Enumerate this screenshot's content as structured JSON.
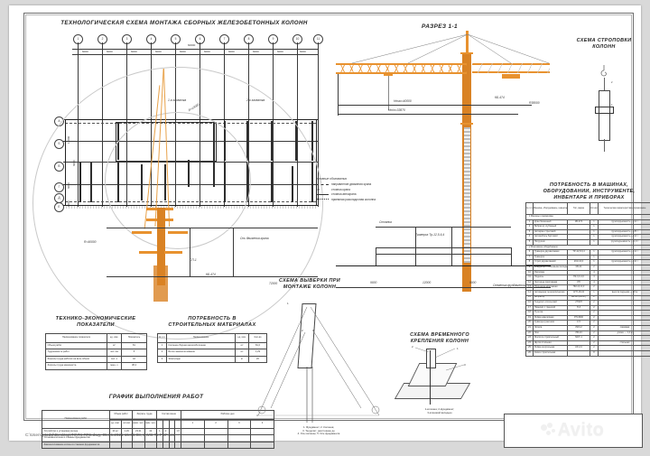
{
  "document": {
    "type": "cad-drawing-pdf-preview",
    "footer_path": "C:\\Users\\ptodsl\\Desktop\\ТК\\ТК ПГС.dwg, 05.06.2021 15:05:08, DWG To PDF.pc3",
    "watermark": "Avito"
  },
  "titles": {
    "plan": "ТЕХНОЛОГИЧЕСКАЯ СХЕМА МОНТАЖА СБОРНЫХ ЖЕЛЕЗОБЕТОННЫХ КОЛОНН",
    "section": "РАЗРЕЗ 1-1",
    "sling": "СХЕМА СТРОПОВКИ\nКОЛОНН",
    "equipment": "ПОТРЕБНОСТЬ В МАШИНАХ,\nОБОРУДОВАНИИ, ИНСТРУМЕНТЕ,\nИНВЕНТАРЕ И ПРИБОРАХ",
    "tep": "ТЕХНИКО-ЭКОНОМИЧЕСКИЕ\nПОКАЗАТЕЛИ",
    "materials": "ПОТРЕБНОСТЬ В\nСТРОИТЕЛЬНЫХ МАТЕРИАЛАХ",
    "schedule": "ГРАФИК ВЫПОЛНЕНИЯ РАБОТ",
    "verify": "СХЕМА ВЫВЕРКИ ПРИ\nМОНТАЖЕ КОЛОНН",
    "tempfix": "СХЕМА ВРЕМЕННОГО\nКРЕПЛЕНИЯ КОЛОНН"
  },
  "plan": {
    "grid_marks": [
      "1",
      "2",
      "3",
      "4",
      "5",
      "6",
      "7",
      "8",
      "9",
      "10",
      "11"
    ],
    "bay_dims": [
      "6000",
      "6000",
      "6000",
      "6000",
      "6000",
      "6000",
      "6000",
      "6000",
      "6000",
      "6000"
    ],
    "overall_dim": "60000",
    "row_marks": [
      "А",
      "Б",
      "В",
      "Г",
      "Д",
      "Е"
    ],
    "row_dims": [
      "12000",
      "6000",
      "6000",
      "6000",
      "3000"
    ],
    "notes": {
      "zone1": "1-я захватка",
      "zone2": "2-я захватка",
      "crane_axis": "Ось движения крана",
      "radius_max": "R=40000",
      "radius_min": "R=14000",
      "stand": "КБ-474",
      "stand_mark": "СП-1",
      "base_dim": "72000"
    }
  },
  "legend": {
    "title": "условные обозначения",
    "items": [
      {
        "symbol": "dash",
        "text": "направление движения крана"
      },
      {
        "symbol": "sp",
        "text": "стоянка крана"
      },
      {
        "symbol": "solid",
        "text": "стоянка автокрана"
      },
      {
        "symbol": "dots",
        "text": "приемная раскладочная колонна"
      }
    ]
  },
  "section": {
    "marks": {
      "hook_max": "Hmax=40000",
      "hook_min": "Hmin=33870",
      "crane_model": "КБ-474",
      "reach": "R38000",
      "ground": "Стоянка",
      "crane_label": "Траверса Тр-12,5-6,4",
      "found_label": "Отметка фундамента",
      "span1": "9000",
      "span2": "12000",
      "span3": "9000"
    }
  },
  "equipment_table": {
    "headers": [
      "№ п.п.",
      "Машина, оборудование, инвентарь и приборы",
      "Тип, марка",
      "Кол-во",
      "Техническая характеристика, примечание"
    ],
    "rows": [
      {
        "n": "",
        "name": "1 Машины и механизмы",
        "mark": "",
        "qty": "",
        "note": "",
        "section": true
      },
      {
        "n": "1",
        "name": "Кран башенный",
        "mark": "КБ-474",
        "qty": "1",
        "note": "грузоподъемность — 12 т"
      },
      {
        "n": "2",
        "name": "Вибратор глубинный",
        "mark": "",
        "qty": "1",
        "note": ""
      },
      {
        "n": "3",
        "name": "Автокран стреловой",
        "mark": "",
        "qty": "1",
        "note": "грузоподъемность — 25 т"
      },
      {
        "n": "4",
        "name": "Автомобиль бортовой",
        "mark": "",
        "qty": "1",
        "note": "грузоподъемность — 12 т"
      },
      {
        "n": "5",
        "name": "Погрузчик",
        "mark": "",
        "qty": "1",
        "note": "грузоподъемность — 1,0 т"
      },
      {
        "n": "",
        "name": "2 Монтажное оборудование",
        "mark": "",
        "qty": "",
        "note": "",
        "section": true
      },
      {
        "n": "6",
        "name": "Траверса двухветвевая",
        "mark": "ТР-12,5-6,4",
        "qty": "1",
        "note": "грузоподъемность — 12 т"
      },
      {
        "n": "7",
        "name": "Траверса",
        "mark": "",
        "qty": "1",
        "note": ""
      },
      {
        "n": "8",
        "name": "Строп двухветвевой",
        "mark": "2СК-10,0",
        "qty": "1",
        "note": "грузоподъемность — 10 т"
      },
      {
        "n": "9",
        "name": "Кондуктор с клиновыми вкладышами",
        "mark": "КВ-24",
        "qty": "2",
        "note": ""
      },
      {
        "n": "10",
        "name": "Распорка",
        "mark": "",
        "qty": "4",
        "note": ""
      },
      {
        "n": "11",
        "name": "Подкосы",
        "mark": "ПК-3,0-4,0",
        "qty": "4",
        "note": ""
      },
      {
        "n": "12",
        "name": "Лестница приставная",
        "mark": "ЛП",
        "qty": "4",
        "note": ""
      },
      {
        "n": "13",
        "name": "Площадка монтажная",
        "mark": "ПМ-4,0-6,0",
        "qty": "2",
        "note": ""
      },
      {
        "n": "14",
        "name": "Автовышка телескопическая",
        "mark": "АГП-18-04",
        "qty": "1",
        "note": "высота подъема — 18 м"
      },
      {
        "n": "15",
        "name": "Вибратор",
        "mark": "ИВ-92 (ИВ-47)",
        "qty": "2",
        "note": ""
      },
      {
        "n": "16",
        "name": "Теодолит оптический",
        "mark": "2Т30П",
        "qty": "2",
        "note": ""
      },
      {
        "n": "17",
        "name": "Нивелир с треногой",
        "mark": "Н-3",
        "qty": "2",
        "note": ""
      },
      {
        "n": "18",
        "name": "Рулетка",
        "mark": "",
        "qty": "2",
        "note": ""
      },
      {
        "n": "19",
        "name": "Рейка нивелирная",
        "mark": "РН-3000",
        "qty": "2",
        "note": ""
      },
      {
        "n": "20",
        "name": "Кувалда кузнечная",
        "mark": "К-5",
        "qty": "2",
        "note": ""
      },
      {
        "n": "21",
        "name": "Лопата",
        "mark": "ЛКО-2",
        "qty": "2",
        "note": "совковая"
      },
      {
        "n": "22",
        "name": "Лом",
        "mark": "ЛМ-24",
        "qty": "2",
        "note": "длина — 1,2 м"
      },
      {
        "n": "23",
        "name": "Молоток строительный",
        "mark": "МСТ-1",
        "qty": "2",
        "note": ""
      },
      {
        "n": "24",
        "name": "Щетка стальная",
        "mark": "",
        "qty": "2",
        "note": "стальная"
      },
      {
        "n": "25",
        "name": "Рейка контрольная",
        "mark": "КР-2,0",
        "qty": "2",
        "note": ""
      },
      {
        "n": "26",
        "name": "Каска строительная",
        "mark": "",
        "qty": "8",
        "note": ""
      }
    ]
  },
  "tep_table": {
    "headers": [
      "Наименование показателя",
      "ед. изм.",
      "Показатель"
    ],
    "rows": [
      [
        "Объем работ",
        "м³",
        "81"
      ],
      [
        "Трудоемкость работ",
        "чел.-см",
        "5"
      ],
      [
        "Затраты труда рабочих на весь объем",
        "чел.-ч",
        "42"
      ],
      [
        "Затраты труда машиниста",
        "маш.-ч",
        "38,2"
      ]
    ]
  },
  "materials_table": {
    "headers": [
      "№ п.п.",
      "Наименование",
      "ед. изм.",
      "Кол-во"
    ],
    "rows": [
      [
        "1",
        "Колонна сборная железобетонная",
        "м³",
        "81,0"
      ],
      [
        "2",
        "Бетон замоноличивания",
        "м³",
        "1,29"
      ],
      [
        "3",
        "Электроды",
        "кг",
        "20"
      ]
    ]
  },
  "schedule_table": {
    "group_headers": [
      "Наименование работ",
      "Объем работ",
      "Затраты труда",
      "Состав звена",
      "Рабочие дни"
    ],
    "sub_headers": [
      "ед. изм.",
      "кол-во",
      "норм. чел.-ч",
      "прин. чел.-ч",
      "профессия",
      "разряд",
      "кол-во",
      "продолж."
    ],
    "days": [
      "1",
      "2",
      "3",
      "4"
    ],
    "rows": [
      {
        "name": "Устройство и установка колонн",
        "unit": "10 шт",
        "qty": "1,29",
        "norm": "23,31",
        "acc": "42",
        "prof": "1",
        "rank": "2",
        "dur": "1,5"
      },
      {
        "name": "Установка колонн в стаканы фундаментов",
        "unit": "",
        "qty": "",
        "norm": "",
        "acc": "",
        "prof": "",
        "rank": "",
        "dur": ""
      },
      {
        "name": "Замоноличивание колонн в стаканах фундаментов",
        "unit": "",
        "qty": "",
        "norm": "",
        "acc": "",
        "prof": "",
        "rank": "",
        "dur": ""
      }
    ]
  },
  "verify_scheme": {
    "labels": [
      "1",
      "2",
      "3",
      "4"
    ],
    "caption": "1. Фундамент; 2. Колонна;\n3. Теодолит; расстояние до\n4. Ось колонны; 5. Ось фундамента"
  },
  "tempfix_scheme": {
    "labels": [
      "1",
      "2",
      "3"
    ],
    "caption": "1-колонна;  2-фундамент;\n3-клиновой вкладыш"
  },
  "colors": {
    "crane": "#e8922f",
    "line": "#3a3a3a",
    "paper": "#ffffff",
    "background": "#d9d9d9"
  }
}
